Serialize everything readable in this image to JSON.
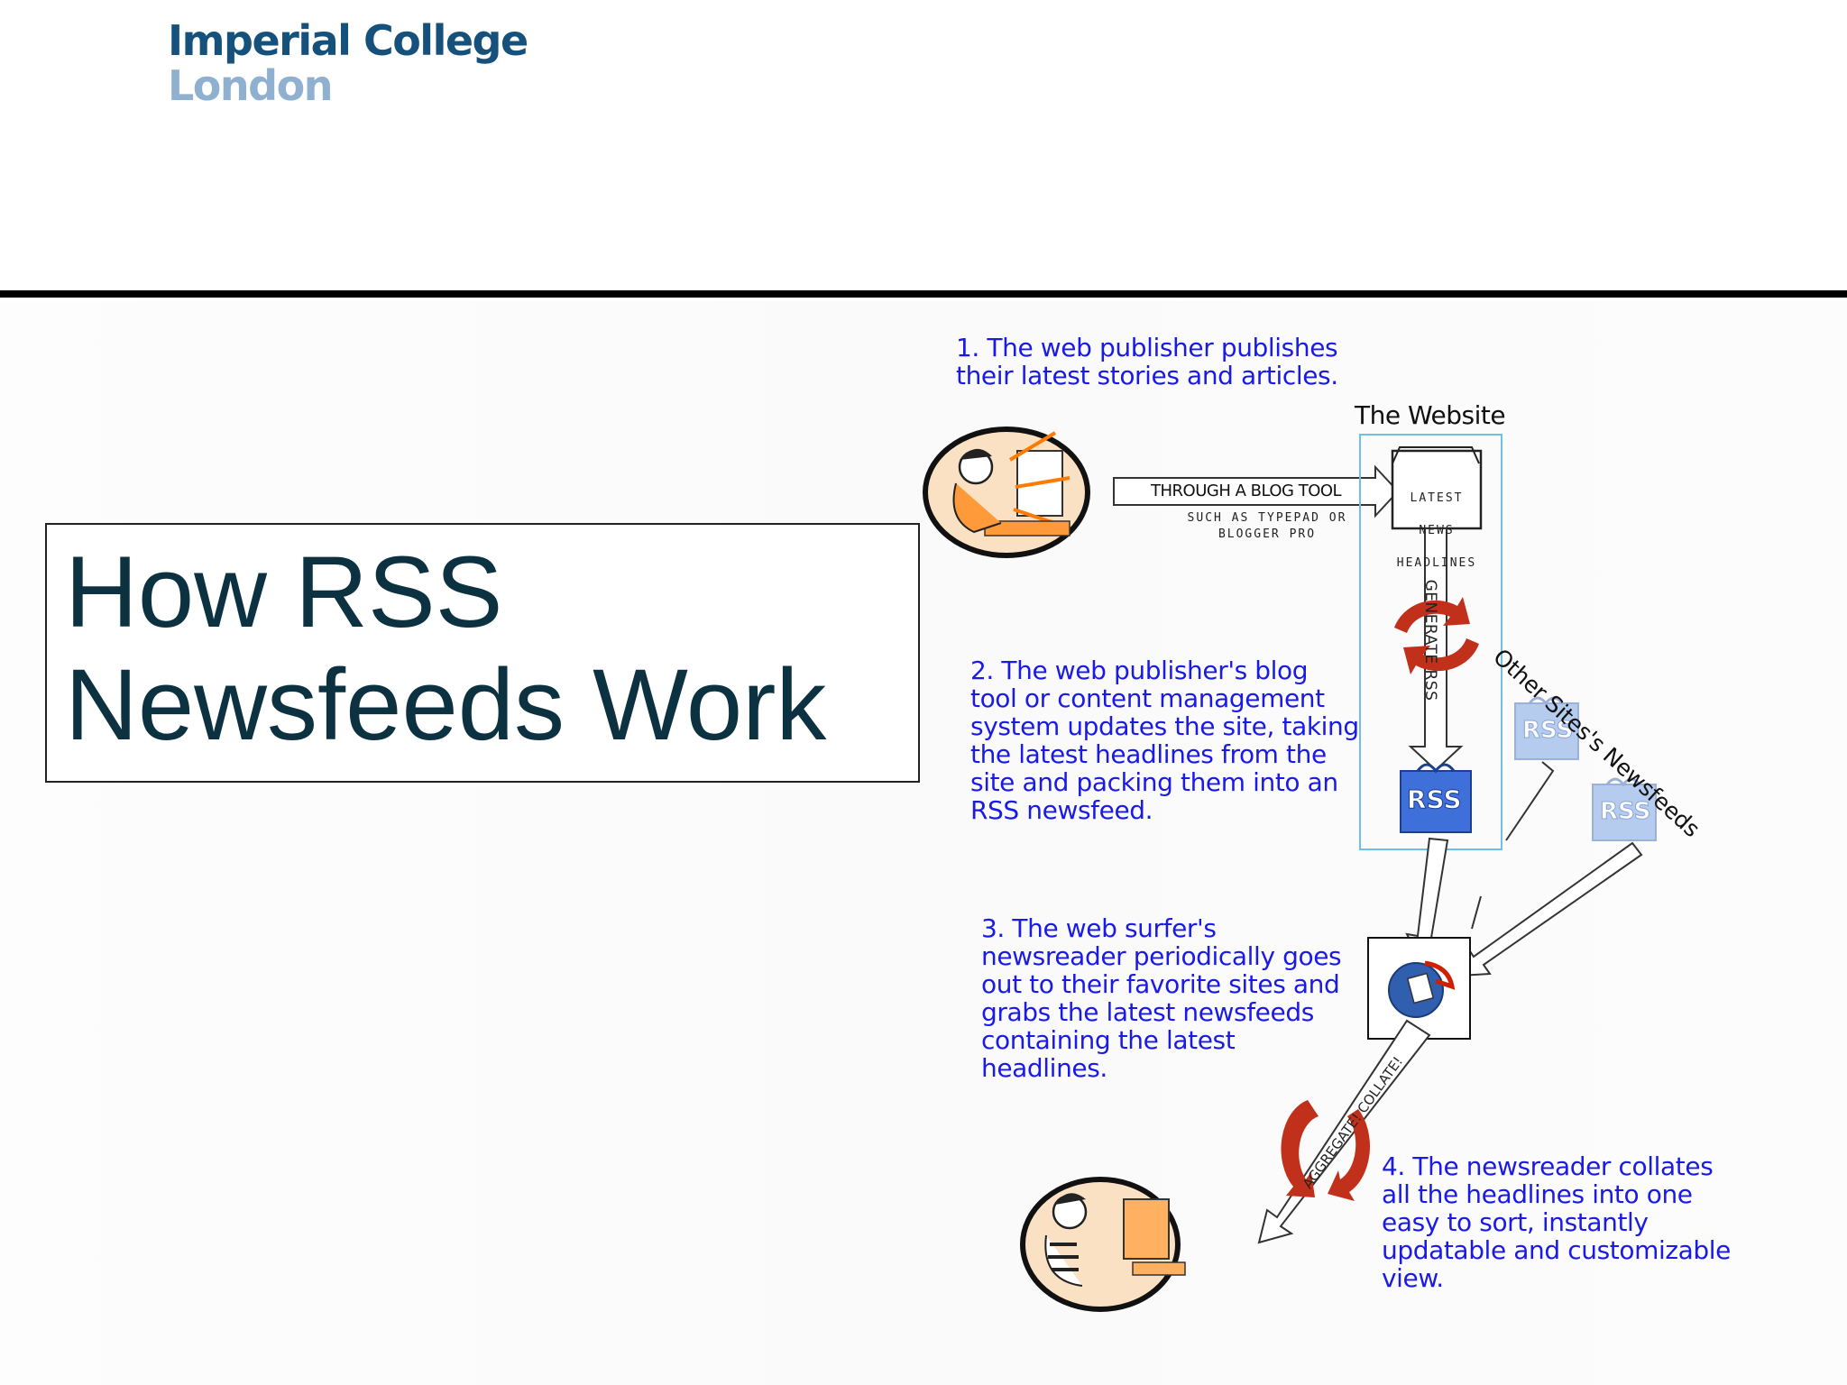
{
  "logo": {
    "line1": "Imperial College",
    "line2": "London"
  },
  "title": "How RSS\nNewsfeeds Work",
  "diagram": {
    "steps": {
      "s1": "1.  The web publisher publishes\ntheir latest stories and articles.",
      "s2": "2.  The web publisher's blog\ntool or content management\nsystem updates the site, taking\nthe latest headlines from the\nsite and packing them into an\nRSS newsfeed.",
      "s3": "3. The web surfer's\nnewsreader periodically goes\nout to their favorite sites and\ngrabs the latest newsfeeds\ncontaining the latest\nheadlines.",
      "s4": "4.  The newsreader collates\nall the headlines into one\neasy to sort, instantly\nupdatable and customizable\nview."
    },
    "website_label": "The Website",
    "arrow_blog_tool": "THROUGH A BLOG TOOL",
    "blog_tool_examples": "SUCH AS TYPEPAD OR\nBLOGGER PRO",
    "latest_news_headlines": [
      "LATEST",
      "NEWS",
      "HEADLINES"
    ],
    "generate_rss": "GENERATE RSS",
    "rss_badge": "RSS",
    "other_sites": "Other Sites's Newsfeeds",
    "aggregate_collate": "AGGREGATE! COLLATE!"
  },
  "colors": {
    "step_text": "#1a1ae6",
    "title_text": "#0c3140",
    "logo_primary": "#15517a",
    "logo_secondary": "#8fb0ce",
    "cycle_arrows": "#c0301a",
    "rss_main": "#3f6fd8",
    "rss_faded": "#a9c4ec"
  }
}
